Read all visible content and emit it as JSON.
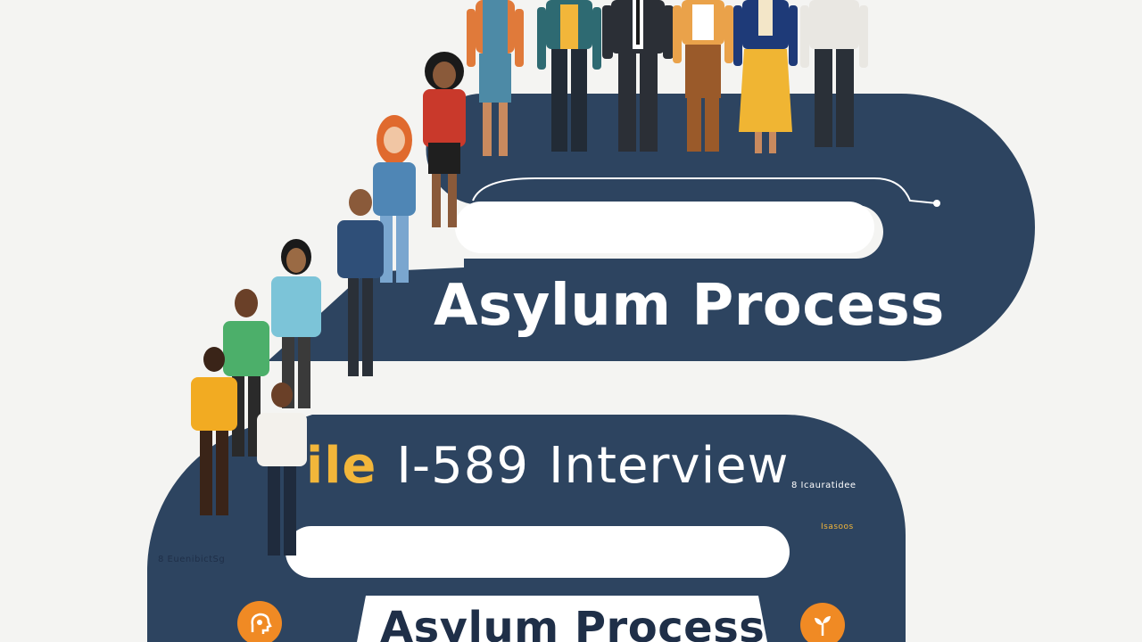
{
  "heading_main": "Asylum Process",
  "step_line": {
    "prefix": "ile",
    "form": "I-589",
    "step": "Interview"
  },
  "heading_bottom": "Asylum Process",
  "small_labels": {
    "right_upper": "8  Icauratidee",
    "right_lower": "Isasoos",
    "left": "8  EuenibictSg"
  },
  "icons": {
    "left_badge": "head-profile-icon",
    "right_badge": "plant-icon"
  },
  "colors": {
    "path": "#2d4460",
    "path_inner": "#ffffff",
    "background": "#f4f4f2",
    "accent": "#f2b63a",
    "badge": "#f08a24"
  }
}
